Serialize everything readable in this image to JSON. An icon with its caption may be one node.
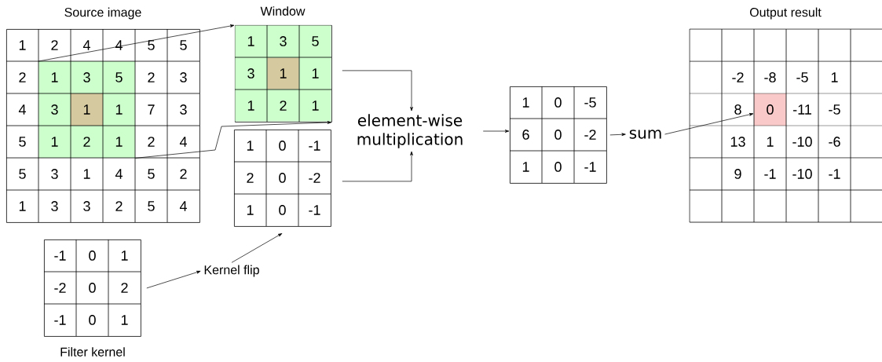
{
  "diagram": {
    "nodes": [
      {
        "text": [
          "Source image",
          "1",
          "2",
          "4",
          "4",
          "5",
          "5",
          "2",
          "2",
          "3",
          "4",
          "7",
          "3",
          "5",
          "2",
          "4",
          "5",
          "3",
          "1",
          "4",
          "5",
          "2",
          "1",
          "3",
          "3",
          "2",
          "5",
          "4"
        ]
      },
      {
        "text": [
          "1",
          "3",
          "5",
          "3",
          "1",
          "1",
          "1",
          "2",
          "1"
        ],
        "in": 0
      },
      {
        "text": [
          "Window",
          "1",
          "3",
          "5",
          "3",
          "1",
          "1",
          "1",
          "2",
          "1"
        ]
      },
      {
        "text": [
          "1",
          "0",
          "-1",
          "2",
          "0",
          "-2",
          "1",
          "0",
          "-1"
        ]
      },
      {
        "text": [
          "element-wise multiplication"
        ]
      },
      {
        "text": [
          "1",
          "0",
          "-5",
          "6",
          "0",
          "-2",
          "1",
          "0",
          "-1"
        ]
      },
      {
        "text": [
          "sum"
        ]
      },
      {
        "text": [
          "Output result",
          "-2",
          "-8",
          "-5",
          "1",
          "8",
          "-11",
          "-5",
          "13",
          "1",
          "-10",
          "-6",
          "9",
          "-1",
          "-10",
          "-1"
        ]
      },
      {
        "text": [
          "0"
        ],
        "in": 7
      },
      {
        "text": [
          "Filter kernel",
          "-1",
          "0",
          "1",
          "-2",
          "0",
          "2",
          "-1",
          "0",
          "1"
        ]
      },
      {
        "text": [
          "Kernel flip"
        ]
      }
    ],
    "edges": [
      {
        "from": 1,
        "to": 2,
        "arrow": "to"
      },
      {
        "from": 1,
        "to": 2,
        "arrow": "to"
      },
      {
        "from": 2,
        "to": 4,
        "arrow": "to"
      },
      {
        "from": 3,
        "to": 4,
        "arrow": "to"
      },
      {
        "from": 4,
        "to": 5,
        "arrow": "to"
      },
      {
        "from": 5,
        "to": 6,
        "arrow": "to"
      },
      {
        "from": 6,
        "to": 8,
        "arrow": "to"
      },
      {
        "from": 9,
        "to": 10,
        "arrow": "to"
      },
      {
        "from": 10,
        "to": 3,
        "arrow": "to"
      }
    ]
  }
}
